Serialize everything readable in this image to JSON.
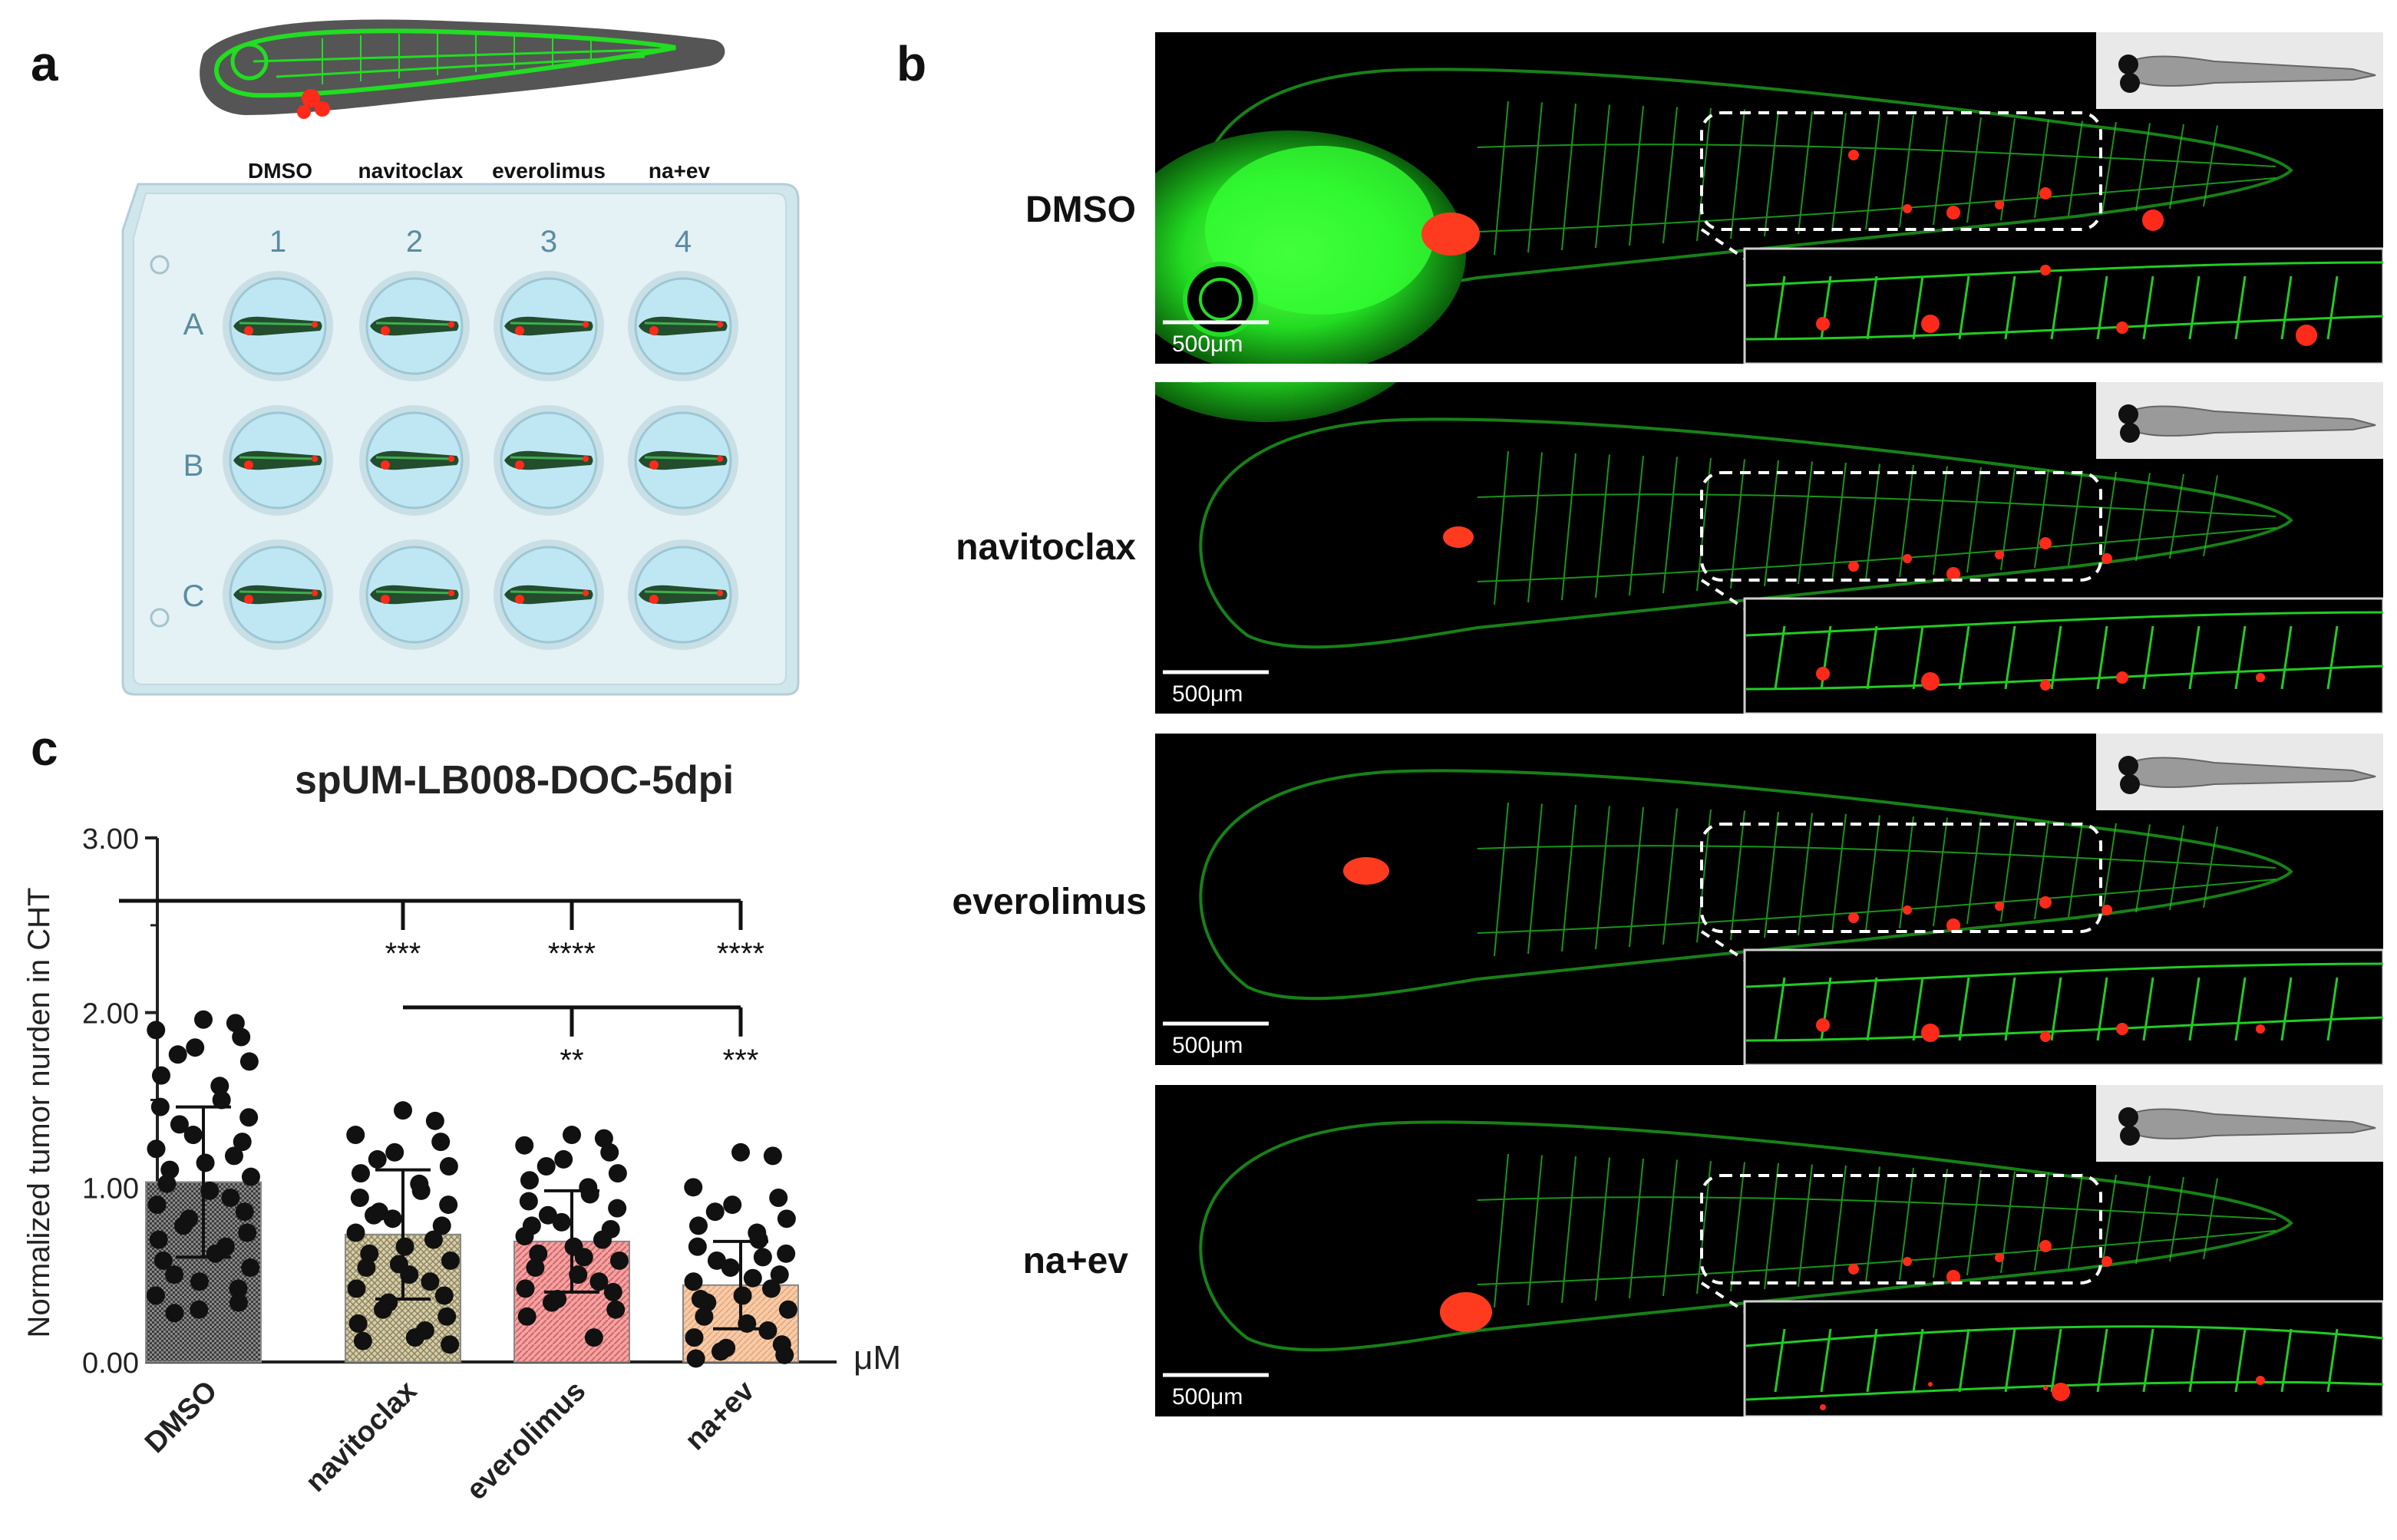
{
  "panels": {
    "a": "a",
    "b": "b",
    "c": "c"
  },
  "plate": {
    "conditions": [
      "DMSO",
      "navitoclax",
      "everolimus",
      "na+ev"
    ],
    "columns": [
      "1",
      "2",
      "3",
      "4"
    ],
    "rows": [
      "A",
      "B",
      "C"
    ]
  },
  "micrographs": {
    "labels": [
      "DMSO",
      "navitoclax",
      "everolimus",
      "na+ev"
    ],
    "scale_bar": "500μm"
  },
  "colors": {
    "vessel_green": "#22e022",
    "tumor_red": "#ff2a1a",
    "well_blue": "#bfe7f3",
    "plate_fill": "#dceef3",
    "bar_dmso": "#6e6e6e",
    "bar_navitoclax": "#cbbf8f",
    "bar_everolimus": "#ef8d8d",
    "bar_naev": "#f4c29d"
  },
  "chart_data": {
    "type": "bar",
    "title": "spUM-LB008-DOC-5dpi",
    "ylabel": "Normalized tumor nurden in CHT",
    "unit_label": "μM",
    "categories": [
      "DMSO",
      "navitoclax",
      "everolimus",
      "na+ev"
    ],
    "values": [
      1.03,
      0.73,
      0.69,
      0.44
    ],
    "error_sd": [
      0.43,
      0.37,
      0.29,
      0.25
    ],
    "ylim": [
      0,
      3
    ],
    "yticks": [
      "0.00",
      "1.00",
      "2.00",
      "3.00"
    ],
    "significance": [
      {
        "from": 0,
        "to": 1,
        "label": "***"
      },
      {
        "from": 0,
        "to": 2,
        "label": "****"
      },
      {
        "from": 0,
        "to": 3,
        "label": "****"
      },
      {
        "from": 1,
        "to": 2,
        "label": "**"
      },
      {
        "from": 1,
        "to": 3,
        "label": "***"
      }
    ],
    "points": [
      [
        1.96,
        1.94,
        1.9,
        1.86,
        1.8,
        1.76,
        1.72,
        1.64,
        1.58,
        1.5,
        1.46,
        1.4,
        1.36,
        1.3,
        1.26,
        1.22,
        1.18,
        1.14,
        1.1,
        1.06,
        1.02,
        0.98,
        0.94,
        0.9,
        0.86,
        0.82,
        0.78,
        0.74,
        0.7,
        0.66,
        0.62,
        0.58,
        0.54,
        0.5,
        0.46,
        0.42,
        0.38,
        0.34,
        0.3,
        0.28
      ],
      [
        1.44,
        1.38,
        1.3,
        1.26,
        1.2,
        1.16,
        1.12,
        1.08,
        1.02,
        0.98,
        0.94,
        0.9,
        0.86,
        0.82,
        0.78,
        0.74,
        0.7,
        0.66,
        0.62,
        0.58,
        0.54,
        0.5,
        0.46,
        0.42,
        0.38,
        0.34,
        0.3,
        0.26,
        0.22,
        0.18,
        0.14,
        0.12,
        0.1,
        0.84,
        0.56
      ],
      [
        1.3,
        1.28,
        1.24,
        1.2,
        1.16,
        1.12,
        1.08,
        1.04,
        1.0,
        0.96,
        0.92,
        0.88,
        0.84,
        0.8,
        0.76,
        0.72,
        0.7,
        0.66,
        0.62,
        0.58,
        0.54,
        0.5,
        0.46,
        0.42,
        0.4,
        0.36,
        0.34,
        0.3,
        0.26,
        0.14,
        0.6,
        0.78
      ],
      [
        1.2,
        1.18,
        1.0,
        0.94,
        0.9,
        0.86,
        0.82,
        0.78,
        0.74,
        0.7,
        0.66,
        0.62,
        0.58,
        0.54,
        0.5,
        0.46,
        0.42,
        0.38,
        0.34,
        0.3,
        0.26,
        0.22,
        0.18,
        0.14,
        0.1,
        0.08,
        0.06,
        0.04,
        0.02,
        0.6,
        0.48,
        0.36
      ]
    ]
  }
}
